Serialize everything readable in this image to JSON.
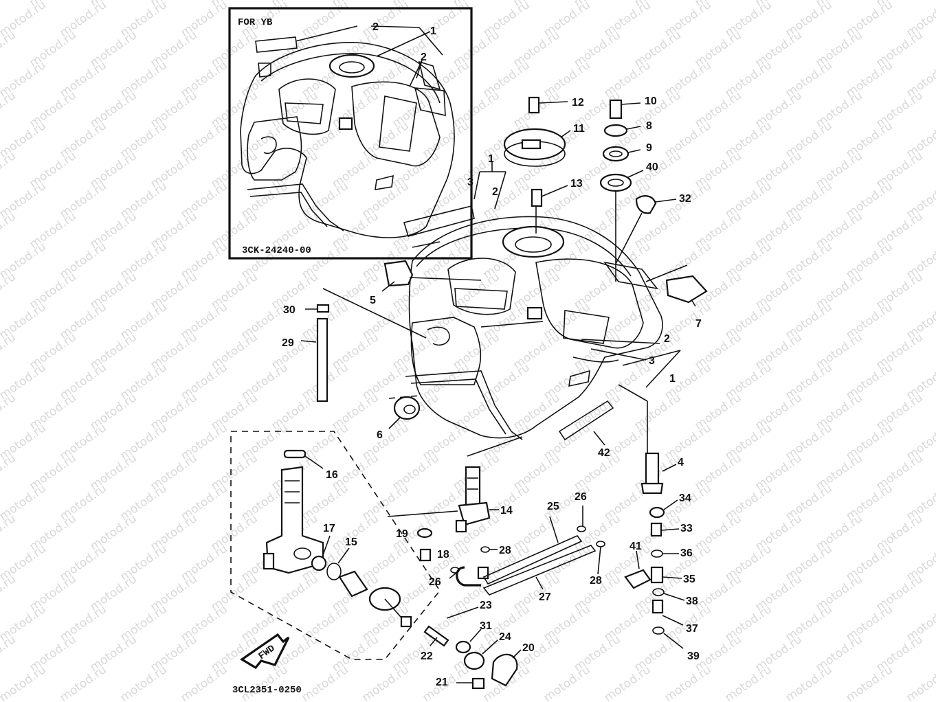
{
  "diagram": {
    "inset_heading": "FOR YB",
    "inset_part_number": "3CK-24240-00",
    "drawing_number": "3CL2351-0250",
    "fwd_label": "FWD",
    "watermark_text": "motod.ru",
    "callouts": {
      "inset_1": "1",
      "inset_2a": "2",
      "inset_2b": "2",
      "c1a": "1",
      "c2a": "2",
      "c3a": "3",
      "c1b": "1",
      "c2b": "2",
      "c3b": "3",
      "c4": "4",
      "c5": "5",
      "c6": "6",
      "c7": "7",
      "c8": "8",
      "c9": "9",
      "c10": "10",
      "c11": "11",
      "c12": "12",
      "c13": "13",
      "c14": "14",
      "c15": "15",
      "c16": "16",
      "c17": "17",
      "c18": "18",
      "c19": "19",
      "c20": "20",
      "c21": "21",
      "c22": "22",
      "c23": "23",
      "c24": "24",
      "c25": "25",
      "c26a": "26",
      "c26b": "26",
      "c27": "27",
      "c28a": "28",
      "c28b": "28",
      "c29": "29",
      "c30": "30",
      "c31": "31",
      "c32": "32",
      "c33": "33",
      "c34": "34",
      "c35": "35",
      "c36": "36",
      "c37": "37",
      "c38": "38",
      "c39": "39",
      "c40": "40",
      "c41": "41",
      "c42": "42"
    }
  }
}
